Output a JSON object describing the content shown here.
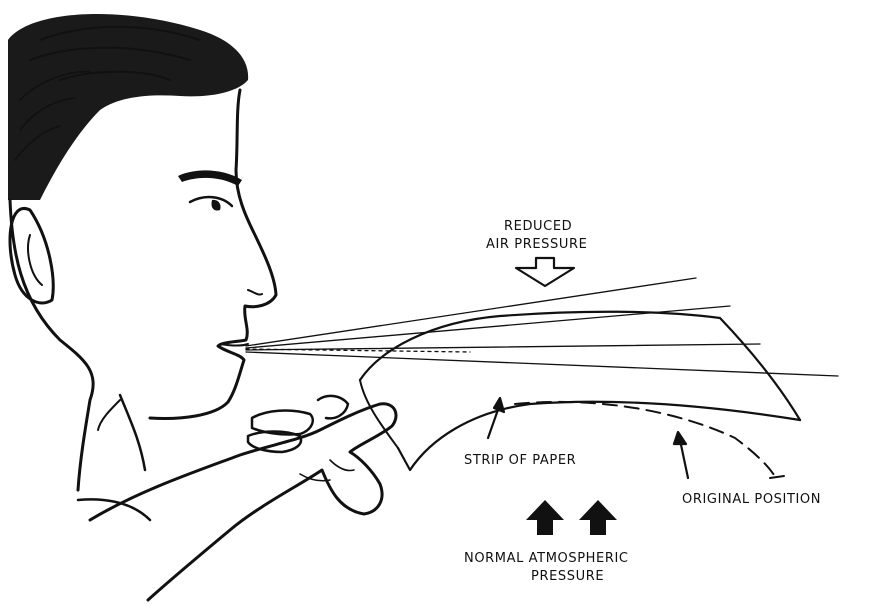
{
  "diagram": {
    "labels": {
      "reduced_line1": "REDUCED",
      "reduced_line2": "AIR PRESSURE",
      "strip_of_paper": "STRIP OF PAPER",
      "original_position": "ORIGINAL POSITION",
      "normal_line1": "NORMAL ATMOSPHERIC",
      "normal_line2": "PRESSURE"
    },
    "colors": {
      "ink": "#111111",
      "background": "#ffffff"
    },
    "icons": [
      "hollow-down-arrow",
      "solid-up-arrow"
    ]
  }
}
